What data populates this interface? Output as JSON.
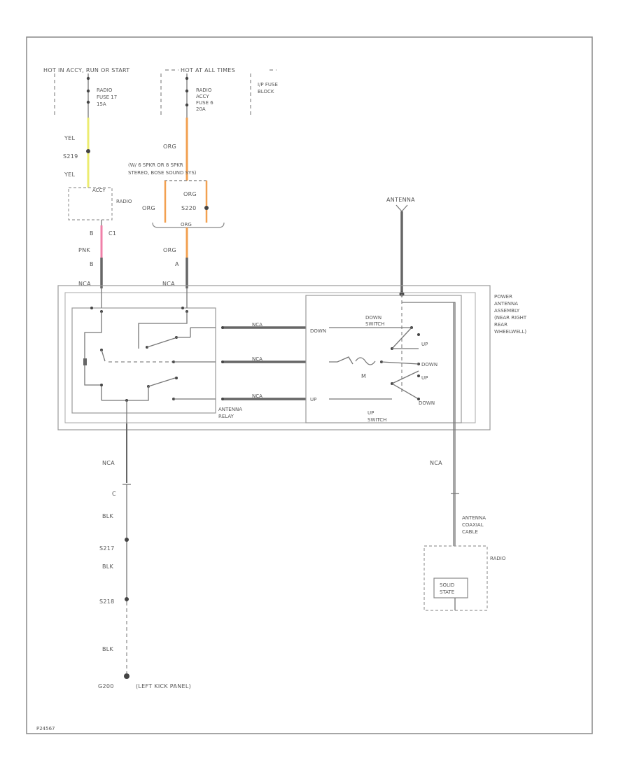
{
  "power": {
    "hot_run": "HOT IN ACCY, RUN OR START",
    "hot_all": "HOT AT ALL TIMES",
    "fuse17": [
      "RADIO",
      "FUSE 17",
      "15A"
    ],
    "fuse6": [
      "RADIO",
      "ACCY",
      "FUSE 6",
      "20A"
    ],
    "ip_block": [
      "I/P FUSE",
      "BLOCK"
    ]
  },
  "wires": {
    "yel": "YEL",
    "org": "ORG",
    "pnk": "PNK",
    "nca": "NCA",
    "blk": "BLK"
  },
  "splices": {
    "s219": "S219",
    "s220": "S220",
    "s217": "S217",
    "s218": "S218"
  },
  "connectors": {
    "c1": "C1",
    "b": "B",
    "a": "A",
    "c": "C"
  },
  "radio": {
    "label": "RADIO",
    "pin": "ACCY"
  },
  "speaker_note": [
    "(W/ 6 SPKR OR 8 SPKR",
    "STEREO, BOSE SOUND SYS)"
  ],
  "antenna": "ANTENNA",
  "relay": {
    "label": [
      "ANTENNA",
      "RELAY"
    ],
    "down": "DOWN",
    "m": "M",
    "up": "UP"
  },
  "switch": {
    "down_label": [
      "DOWN",
      "SWITCH"
    ],
    "up_label": [
      "UP",
      "SWITCH"
    ],
    "up": "UP",
    "down": "DOWN"
  },
  "assembly": [
    "POWER",
    "ANTENNA",
    "ASSEMBLY",
    "(NEAR RIGHT",
    "REAR",
    "WHEELWELL)"
  ],
  "coax": [
    "ANTENNA",
    "COAXIAL",
    "CABLE"
  ],
  "solid_state": [
    "SOLID",
    "STATE"
  ],
  "ground": {
    "id": "G200",
    "location": "(LEFT KICK PANEL)"
  },
  "colors": {
    "yellow": "#ecec70",
    "orange": "#f2a050",
    "pink": "#f080a8"
  },
  "ref": "P24567"
}
